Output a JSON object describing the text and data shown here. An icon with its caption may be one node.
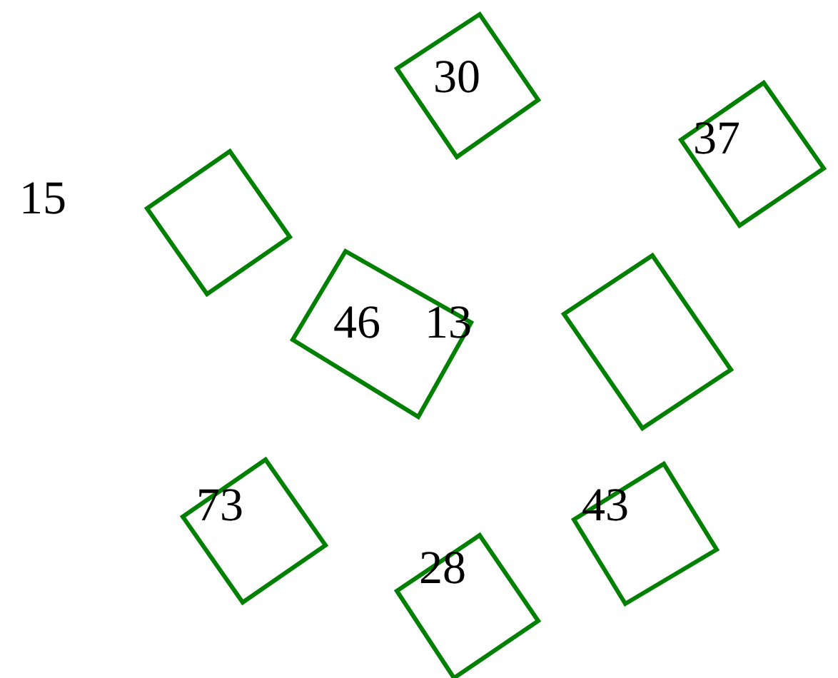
{
  "diagram": {
    "nodes": [
      {
        "text": [],
        "shape": "box"
      },
      {
        "text": [],
        "shape": "box"
      },
      {
        "text": [],
        "shape": "box"
      },
      {
        "text": [],
        "shape": "box"
      },
      {
        "text": [],
        "shape": "box"
      },
      {
        "text": [],
        "shape": "box"
      },
      {
        "text": [],
        "shape": "box"
      },
      {
        "text": [],
        "shape": "box"
      }
    ],
    "labels": [
      "30",
      "37",
      "15",
      "46",
      "13",
      "73",
      "43",
      "28"
    ]
  }
}
